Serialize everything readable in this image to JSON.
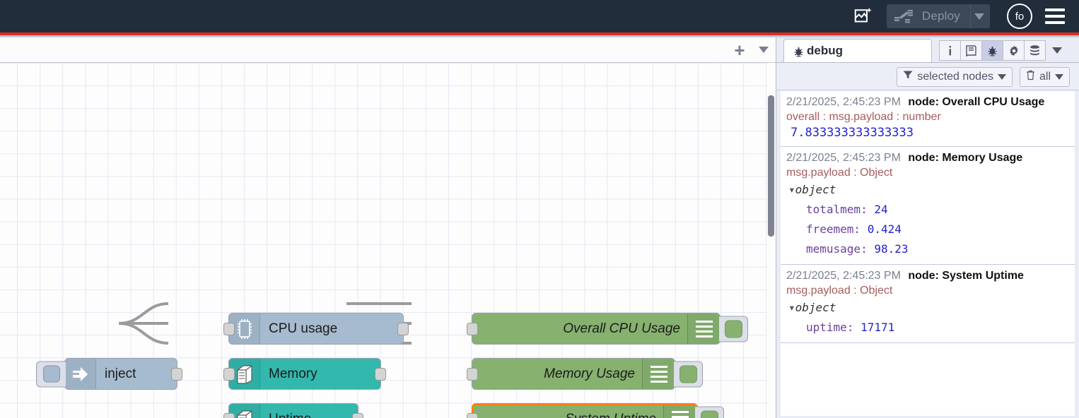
{
  "header": {
    "import_icon": "image-sparkle-icon",
    "deploy_label": "Deploy",
    "deploy_icon": "deploy-icon",
    "deploy_caret": "chevron-down-icon",
    "avatar_initials": "fo",
    "menu_icon": "hamburger-menu-icon",
    "accent_red": "#db2f24",
    "bar_color": "#212d3b"
  },
  "workspace": {
    "add_tab_label": "+",
    "tab_menu_icon": "chevron-down-icon",
    "nodes": [
      {
        "id": "inject",
        "label": "inject",
        "type": "inject",
        "color": "#a6bbcf",
        "icon": "arrow-right-icon"
      },
      {
        "id": "cpu",
        "label": "CPU usage",
        "type": "cpu",
        "color": "#a6bbcf",
        "icon": "microchip-icon"
      },
      {
        "id": "memory",
        "label": "Memory",
        "type": "memory",
        "color": "#32b8ad",
        "icon": "server-box-icon"
      },
      {
        "id": "uptime",
        "label": "Uptime",
        "type": "uptime",
        "color": "#32b8ad",
        "icon": "server-box-icon"
      },
      {
        "id": "dbg-cpu",
        "label": "Overall CPU Usage",
        "type": "debug",
        "color": "#86b16f",
        "icon": "debug-lines-icon",
        "selected": false
      },
      {
        "id": "dbg-mem",
        "label": "Memory Usage",
        "type": "debug",
        "color": "#86b16f",
        "icon": "debug-lines-icon",
        "selected": false
      },
      {
        "id": "dbg-uptime",
        "label": "System Uptime",
        "type": "debug",
        "color": "#86b16f",
        "icon": "debug-lines-icon",
        "selected": true,
        "select_color": "#ff7f0e"
      }
    ]
  },
  "sidebar": {
    "tab": {
      "label": "debug",
      "icon": "bug-icon"
    },
    "icon_buttons": [
      {
        "name": "info-icon",
        "glyph": "i",
        "active": false
      },
      {
        "name": "help-book-icon",
        "glyph": "book",
        "active": false
      },
      {
        "name": "debug-bug-icon",
        "glyph": "bug",
        "active": true
      },
      {
        "name": "config-gear-icon",
        "glyph": "gear",
        "active": false
      },
      {
        "name": "context-data-icon",
        "glyph": "stack",
        "active": false
      }
    ],
    "more_icon": "chevron-down-icon",
    "filter": {
      "label": "selected nodes",
      "icon": "funnel-icon",
      "caret": "chevron-down-icon"
    },
    "clear": {
      "label": "all",
      "icon": "trash-icon",
      "caret": "chevron-down-icon"
    },
    "messages": [
      {
        "timestamp": "2/21/2025, 2:45:23 PM",
        "node": "node: Overall CPU Usage",
        "topic": "overall : msg.payload : number",
        "kind": "value",
        "value": "7.833333333333333"
      },
      {
        "timestamp": "2/21/2025, 2:45:23 PM",
        "node": "node: Memory Usage",
        "topic": "msg.payload : Object",
        "kind": "object",
        "object_label": "object",
        "rows": [
          {
            "key": "totalmem:",
            "value": "24"
          },
          {
            "key": "freemem:",
            "value": "0.424"
          },
          {
            "key": "memusage:",
            "value": "98.23"
          }
        ]
      },
      {
        "timestamp": "2/21/2025, 2:45:23 PM",
        "node": "node: System Uptime",
        "topic": "msg.payload : Object",
        "kind": "object",
        "object_label": "object",
        "rows": [
          {
            "key": "uptime:",
            "value": "17171"
          }
        ]
      }
    ]
  }
}
